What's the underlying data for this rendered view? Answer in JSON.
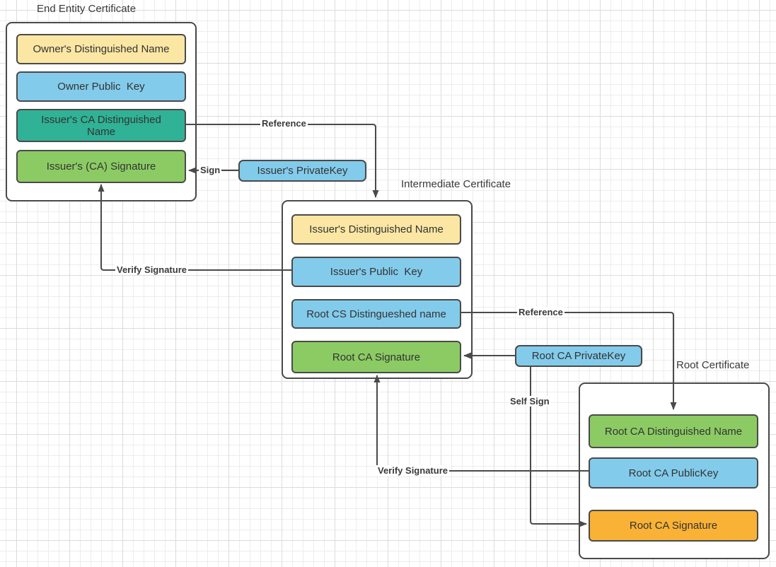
{
  "colors": {
    "yellow": "#FBE7A3",
    "blue": "#83CBEB",
    "teal": "#2FB296",
    "green": "#8CCB64",
    "orange": "#F9B235",
    "line": "#4A4A4A"
  },
  "end_entity": {
    "title": "End Entity Certificate",
    "fields": [
      {
        "label": "Owner's Distinguished Name",
        "color": "#FBE7A3"
      },
      {
        "label": "Owner Public  Key",
        "color": "#83CBEB"
      },
      {
        "label": "Issuer's CA Distinguished\nName",
        "color": "#2FB296"
      },
      {
        "label": "Issuer's (CA) Signature",
        "color": "#8CCB64"
      }
    ]
  },
  "intermediate": {
    "title": "Intermediate Certificate",
    "fields": [
      {
        "label": "Issuer's Distinguished Name",
        "color": "#FBE7A3"
      },
      {
        "label": "Issuer's Public  Key",
        "color": "#83CBEB"
      },
      {
        "label": "Root CS Distingueshed name",
        "color": "#83CBEB"
      },
      {
        "label": "Root CA Signature",
        "color": "#8CCB64"
      }
    ]
  },
  "root": {
    "title": "Root Certificate",
    "fields": [
      {
        "label": "Root CA Distinguished Name",
        "color": "#8CCB64"
      },
      {
        "label": "Root CA PublicKey",
        "color": "#83CBEB"
      },
      {
        "label": "Root CA Signature",
        "color": "#F9B235"
      }
    ]
  },
  "keys": {
    "issuer_private_key": "Issuer's PrivateKey",
    "root_private_key": "Root CA PrivateKey"
  },
  "edges": {
    "reference_1": "Reference",
    "sign": "Sign",
    "verify_signature_1": "Verify Signature",
    "reference_2": "Reference",
    "self_sign": "Self Sign",
    "verify_signature_2": "Verify Signature"
  }
}
